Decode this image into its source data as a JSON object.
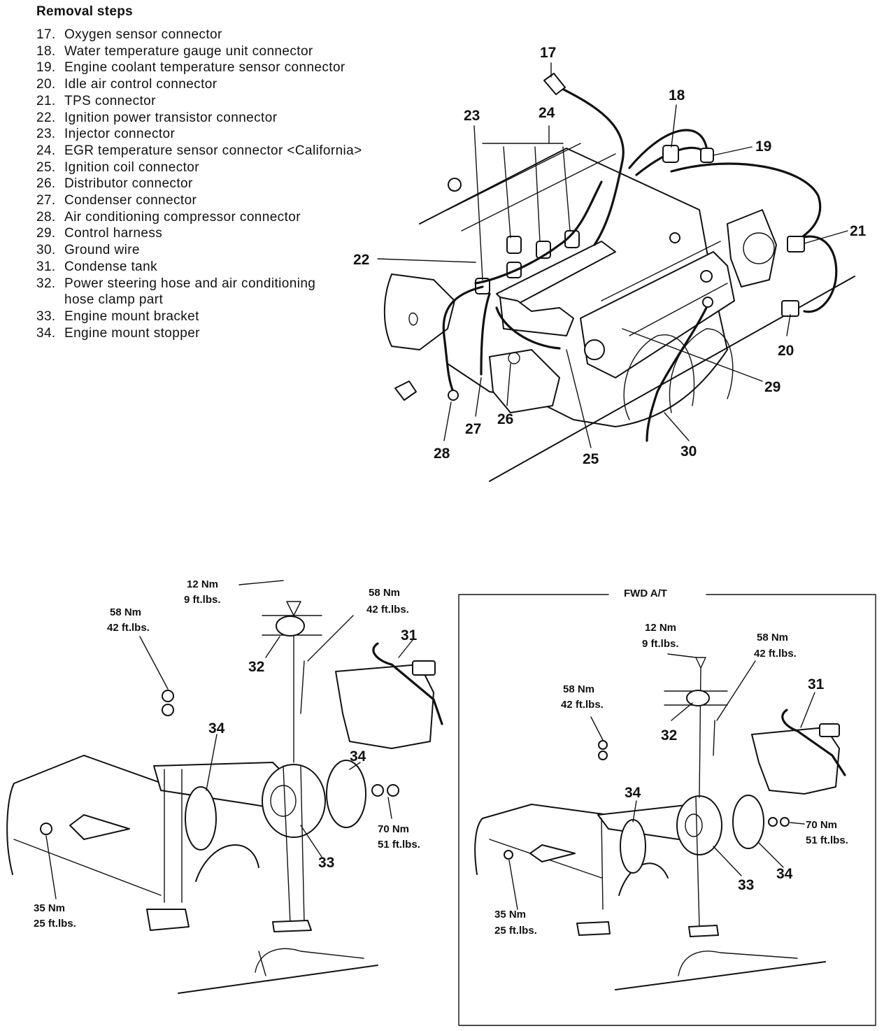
{
  "removal": {
    "heading": "Removal steps",
    "steps": [
      {
        "num": "17.",
        "text": "Oxygen sensor connector"
      },
      {
        "num": "18.",
        "text": "Water temperature gauge unit connector"
      },
      {
        "num": "19.",
        "text": "Engine coolant temperature sensor connector"
      },
      {
        "num": "20.",
        "text": "Idle air control connector"
      },
      {
        "num": "21.",
        "text": "TPS connector"
      },
      {
        "num": "22.",
        "text": "Ignition power transistor connector"
      },
      {
        "num": "23.",
        "text": "Injector connector"
      },
      {
        "num": "24.",
        "text": "EGR temperature sensor connector <California>"
      },
      {
        "num": "25.",
        "text": "Ignition coil connector"
      },
      {
        "num": "26.",
        "text": "Distributor connector"
      },
      {
        "num": "27.",
        "text": "Condenser connector"
      },
      {
        "num": "28.",
        "text": "Air conditioning compressor connector"
      },
      {
        "num": "29.",
        "text": "Control harness"
      },
      {
        "num": "30.",
        "text": "Ground wire"
      },
      {
        "num": "31.",
        "text": "Condense tank"
      },
      {
        "num": "32.",
        "text": "Power steering hose and air conditioning"
      },
      {
        "num": "",
        "text": "hose clamp part"
      },
      {
        "num": "33.",
        "text": "Engine mount bracket"
      },
      {
        "num": "34.",
        "text": "Engine mount stopper"
      }
    ]
  },
  "engine_callouts": {
    "c17": "17",
    "c18": "18",
    "c19": "19",
    "c20": "20",
    "c21": "21",
    "c22": "22",
    "c23": "23",
    "c24": "24",
    "c25": "25",
    "c26": "26",
    "c27": "27",
    "c28": "28",
    "c29": "29",
    "c30": "30"
  },
  "mount_left": {
    "c31": "31",
    "c32": "32",
    "c33": "33",
    "c34a": "34",
    "c34b": "34",
    "t12_nm": "12 Nm",
    "t12_ft": "9 ft.lbs.",
    "t58a_nm": "58 Nm",
    "t58a_ft": "42 ft.lbs.",
    "t58b_nm": "58 Nm",
    "t58b_ft": "42 ft.lbs.",
    "t70_nm": "70 Nm",
    "t70_ft": "51 ft.lbs.",
    "t35_nm": "35 Nm",
    "t35_ft": "25 ft.lbs."
  },
  "mount_right": {
    "title": "FWD A/T",
    "c31": "31",
    "c32": "32",
    "c33": "33",
    "c34a": "34",
    "c34b": "34",
    "t12_nm": "12 Nm",
    "t12_ft": "9 ft.lbs.",
    "t58a_nm": "58 Nm",
    "t58a_ft": "42 ft.lbs.",
    "t58b_nm": "58 Nm",
    "t58b_ft": "42 ft.lbs.",
    "t70_nm": "70 Nm",
    "t70_ft": "51 ft.lbs.",
    "t35_nm": "35 Nm",
    "t35_ft": "25 ft.lbs."
  }
}
